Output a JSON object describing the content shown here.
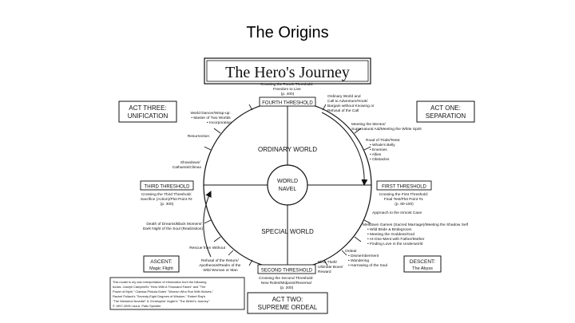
{
  "slide": {
    "title": "The Origins"
  },
  "diagram": {
    "title": "The Hero's Journey",
    "center": [
      "WORLD",
      "NAVEL"
    ],
    "ordinary_world": "ORDINARY WORLD",
    "special_world": "SPECIAL WORLD",
    "thresholds": {
      "fourth": "FOURTH THRESHOLD",
      "first": "FIRST THRESHOLD",
      "second": "SECOND THRESHOLD",
      "third": "THIRD THRESHOLD"
    },
    "acts": {
      "three": [
        "ACT THREE:",
        "UNIFICATION"
      ],
      "one": [
        "ACT ONE:",
        "SEPARATION"
      ],
      "two": [
        "ACT TWO:",
        "SUPREME ORDEAL"
      ],
      "ascent": [
        "ASCENT:",
        "Magic Flight"
      ],
      "descent": [
        "DESCENT:",
        "The Abyss"
      ]
    },
    "notes": {
      "fourth": [
        "Crossing the Fourth Threshold:",
        "Freedom to Live",
        "(p. 400)"
      ],
      "ordinary_call": [
        "Ordinary World and",
        "Call to Adventure/Hook/",
        "Bargain without Knowing or",
        "Refusal of the Call"
      ],
      "world_dancer": [
        "World Dancer/Wrap-up:",
        "• Master of Two Worlds",
        "• Incorporation"
      ],
      "mentor": [
        "Meeting the Mentor/",
        "Supernatural Aid/Meeting the White Spirit"
      ],
      "road": [
        "Road of Trials/Tests:",
        "• Whale's Belly",
        "• Enemies",
        "• Allies",
        "• Obstacles"
      ],
      "resurrection": [
        "Resurrection"
      ],
      "showdown": [
        "Showdown/",
        "Catharsis/Climax"
      ],
      "third": [
        "Crossing the Third Threshold:",
        "Sacrifice (Action)/Plot Point #2",
        "(p. 300)"
      ],
      "first": [
        "Crossing the First Threshold:",
        "Final Test/Plot Point #1",
        "(p. 80-100)"
      ],
      "approach": [
        "Approach to the Inmost Cave"
      ],
      "death": [
        "Death of Dreams/Black Moment/",
        "Dark Night of the Soul (Realization)"
      ],
      "meltdown": [
        "Meltdown Games (Sacred Marriage)/Meeting the Shadow Self",
        "• Wild Bride & Bridegroom",
        "• Meeting the Goddess/God",
        "• At-One-Ment with Father/Mother",
        "• Finding Love in the Underworld"
      ],
      "rescue": [
        "Rescue from Without"
      ],
      "ordeal": [
        "Ordeal",
        "• Dismemberment",
        "• Wandering",
        "• Harrowing of the Soul"
      ],
      "refusal_return": [
        "Refusal of the Return/",
        "Apotheosis/Realm of the",
        "Wild Woman or Man"
      ],
      "elixir": [
        "Elixir Theft/",
        "Ultimate Boon/",
        "Reward"
      ],
      "second": [
        "Crossing the Second Threshold:",
        "New Roles/Midpoint/Reversal",
        "(p. 200)"
      ],
      "footnote": [
        "This model is my own interpretation of information from the following",
        "books: Joseph Campbell's \"Hero With A Thousand Faces\" and \"The",
        "Power of Myth,\" Clarissa Pinkola Estes' \"Women Who Run With Wolves,\"",
        "Rachel Pollack's \"Seventy-Eight Degrees of Wisdom,\" Robert Ray's",
        "\"The Weekend Novelist\" & Christopher Vogler's \"The Writer's Journey.\"",
        "© 1997-2005 Lisa A. Paltz Spindler"
      ]
    }
  }
}
